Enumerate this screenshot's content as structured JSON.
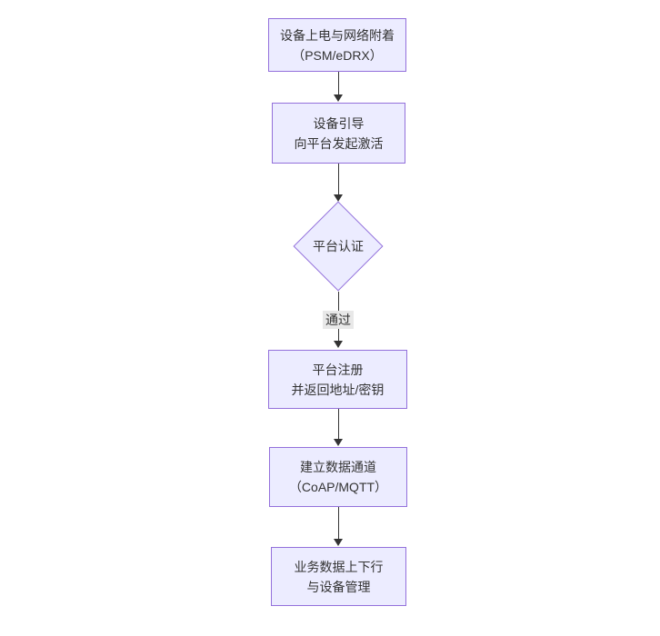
{
  "diagram": {
    "type": "flowchart",
    "direction": "top-down",
    "colors": {
      "background": "#ffffff",
      "node_fill": "#ececff",
      "node_border": "#9370db",
      "arrow_line": "#333333",
      "text": "#333333",
      "edge_label_bg": "#e8e8e8"
    },
    "nodes": [
      {
        "id": "power-attach",
        "shape": "rect",
        "line1": "设备上电与网络附着",
        "line2": "（PSM/eDRX）"
      },
      {
        "id": "bootstrap-activate",
        "shape": "rect",
        "line1": "设备引导",
        "line2": "向平台发起激活"
      },
      {
        "id": "platform-auth",
        "shape": "diamond",
        "line1": "平台认证"
      },
      {
        "id": "platform-register",
        "shape": "rect",
        "line1": "平台注册",
        "line2": "并返回地址/密钥"
      },
      {
        "id": "data-channel",
        "shape": "rect",
        "line1": "建立数据通道",
        "line2": "（CoAP/MQTT）"
      },
      {
        "id": "business-data",
        "shape": "rect",
        "line1": "业务数据上下行",
        "line2": "与设备管理"
      }
    ],
    "edges": [
      {
        "from": "power-attach",
        "to": "bootstrap-activate",
        "label": ""
      },
      {
        "from": "bootstrap-activate",
        "to": "platform-auth",
        "label": ""
      },
      {
        "from": "platform-auth",
        "to": "platform-register",
        "label": "通过"
      },
      {
        "from": "platform-register",
        "to": "data-channel",
        "label": ""
      },
      {
        "from": "data-channel",
        "to": "business-data",
        "label": ""
      }
    ]
  }
}
